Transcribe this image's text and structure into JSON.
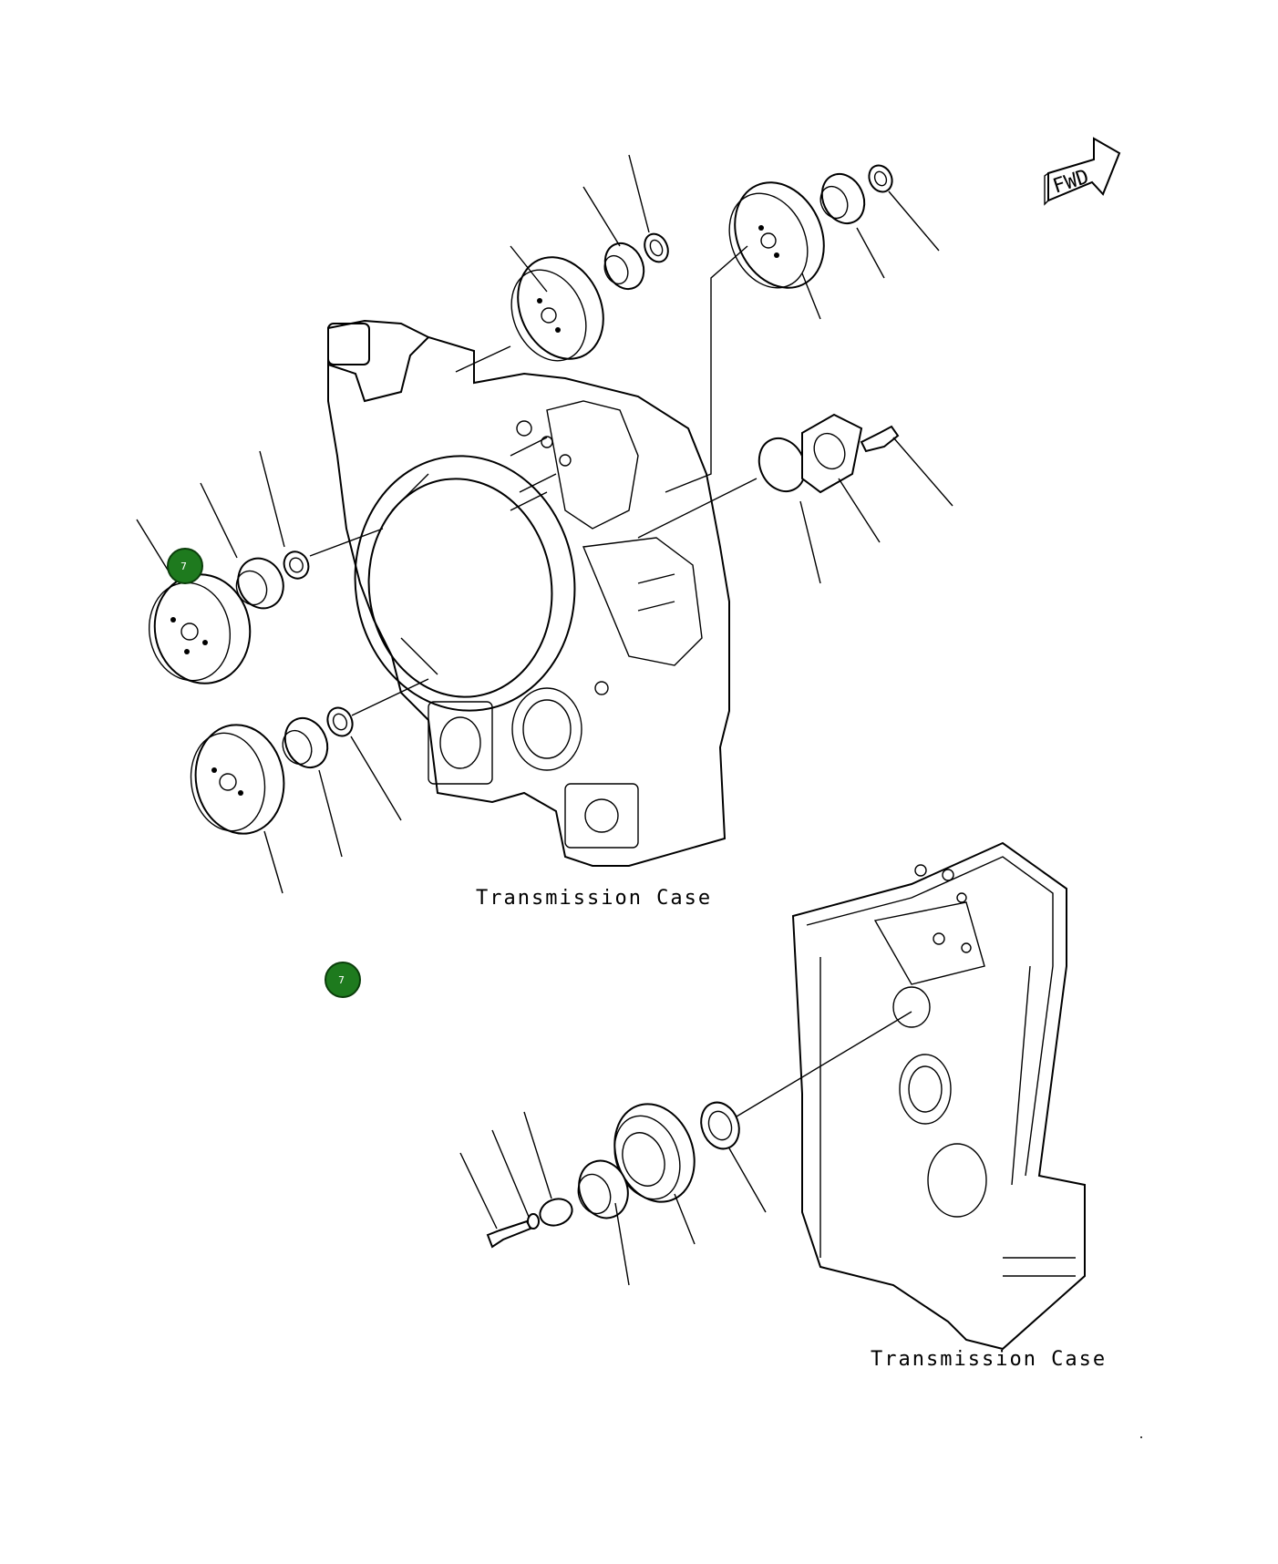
{
  "labels": {
    "upper_case": "Transmission Case",
    "lower_case": "Transmission Case",
    "fwd": "FWD"
  },
  "callouts": [
    {
      "id": "upper",
      "text": "7",
      "color": "#1e7a1e"
    },
    {
      "id": "lower",
      "text": "7",
      "color": "#1e7a1e"
    }
  ]
}
